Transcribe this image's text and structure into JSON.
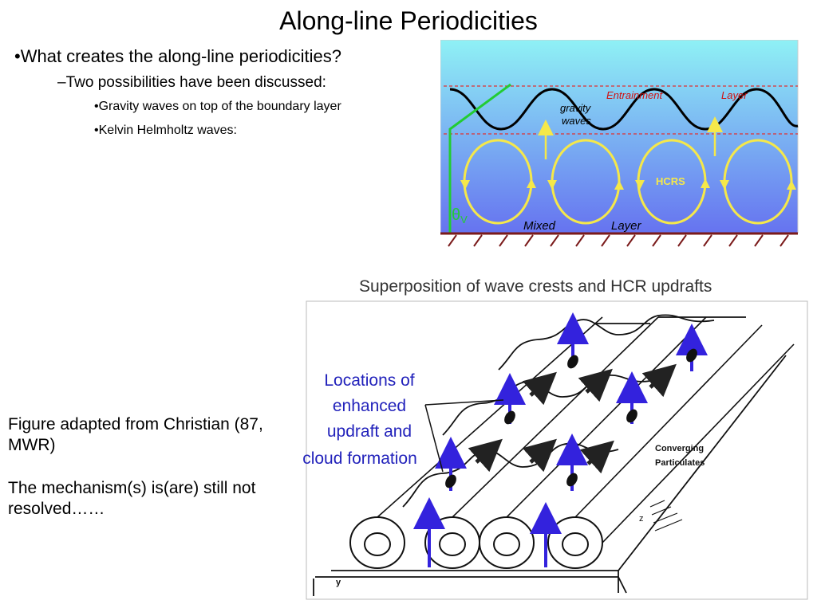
{
  "title": "Along-line Periodicities",
  "bullets": {
    "level1": "•What creates the along-line periodicities?",
    "level2": "–Two possibilities have been discussed:",
    "level3": [
      "•Gravity waves on top of the boundary layer",
      "•Kelvin Helmholtz waves:"
    ]
  },
  "captions": [
    "Figure adapted from Christian (87, MWR)",
    "The mechanism(s) is(are) still not resolved……"
  ],
  "figure_top": {
    "label_gravity": "gravity",
    "label_waves": "waves",
    "label_entrainment": "Entrainment",
    "label_layer_top": "Layer",
    "label_hcrs": "HCRS",
    "label_theta": "θ",
    "label_theta_sub": "V",
    "label_mixed": "Mixed",
    "label_layer_bottom": "Layer",
    "colors": {
      "sky_top": "#8ff1f5",
      "sky_bottom": "#6673f0",
      "wave": "#000000",
      "rolls": "#f5e84a",
      "profile": "#22cc33",
      "dashed": "#e03030",
      "ground": "#7a1a1a"
    }
  },
  "figure_bottom": {
    "title": "Superposition of wave crests and HCR updrafts",
    "callout_lines": [
      "Locations of",
      "enhanced",
      "updraft and",
      "cloud formation"
    ],
    "label_converging_1": "Converging",
    "label_converging_2": "Particulates",
    "label_z": "z",
    "label_y": "y",
    "colors": {
      "callout": "#2222bb",
      "arrows": "#3322dd"
    }
  }
}
